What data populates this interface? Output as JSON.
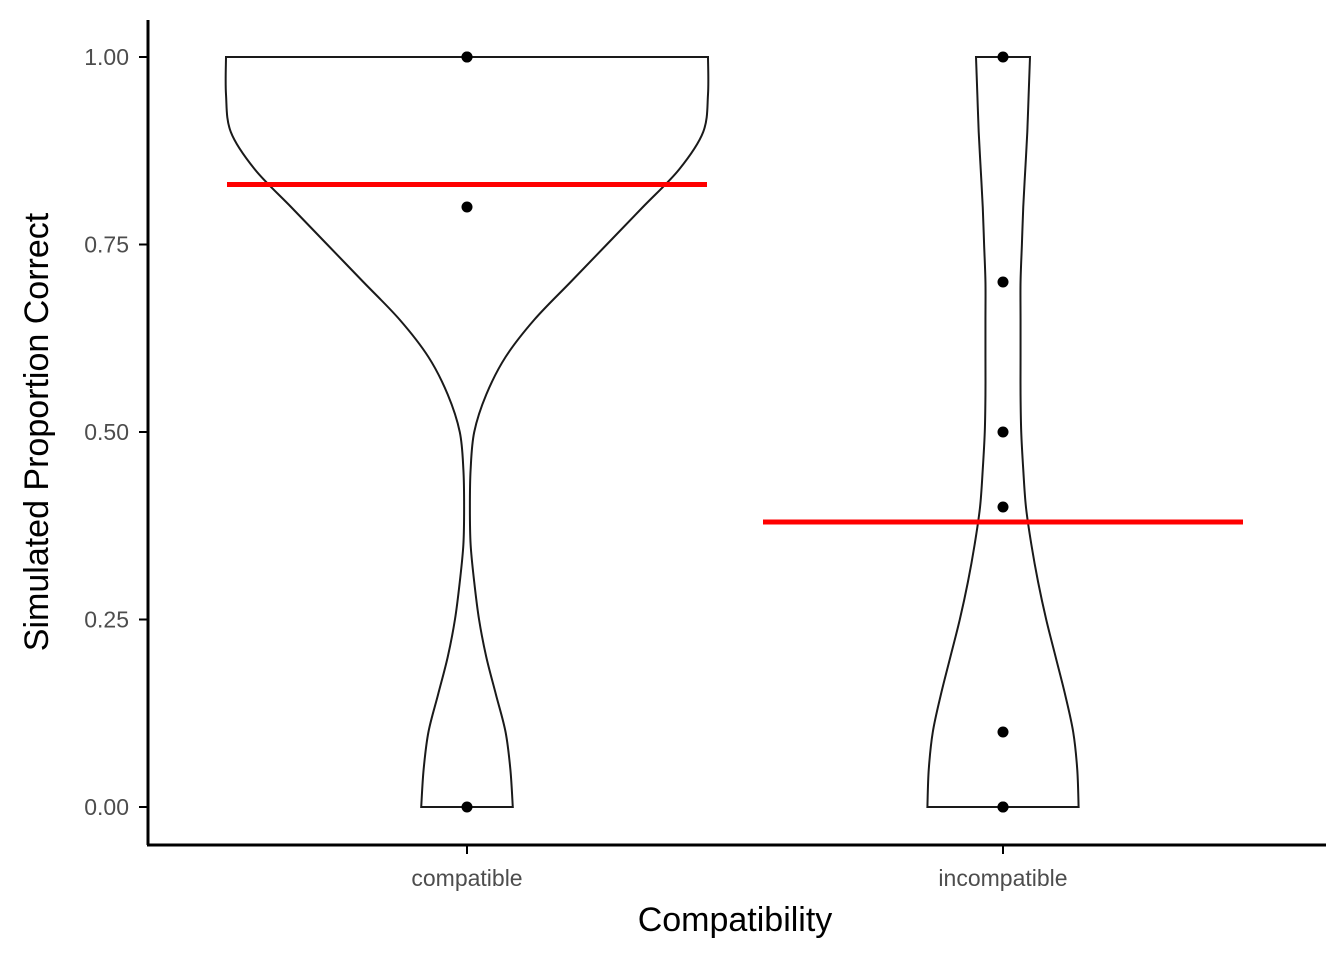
{
  "chart_data": {
    "type": "violin",
    "xlabel": "Compatibility",
    "ylabel": "Simulated Proportion Correct",
    "categories": [
      "compatible",
      "incompatible"
    ],
    "ylim": [
      -0.05,
      1.05
    ],
    "yticks": [
      0,
      0.25,
      0.5,
      0.75,
      1
    ],
    "ytick_labels": [
      "0.00",
      "0.25",
      "0.50",
      "0.75",
      "1.00"
    ],
    "grid": false,
    "series": [
      {
        "category": "compatible",
        "points": [
          1.0,
          1.0,
          0.8,
          0.0
        ],
        "mean": 0.83,
        "violin_profile": {
          "y": [
            0,
            0.05,
            0.1,
            0.15,
            0.2,
            0.25,
            0.3,
            0.35,
            0.4,
            0.45,
            0.5,
            0.55,
            0.6,
            0.65,
            0.7,
            0.75,
            0.8,
            0.85,
            0.9,
            0.95,
            1.0
          ],
          "density": [
            0.19,
            0.18,
            0.16,
            0.12,
            0.08,
            0.05,
            0.03,
            0.015,
            0.012,
            0.015,
            0.03,
            0.08,
            0.16,
            0.28,
            0.43,
            0.58,
            0.73,
            0.88,
            0.98,
            1.0,
            1.0
          ]
        }
      },
      {
        "category": "incompatible",
        "points": [
          1.0,
          0.7,
          0.5,
          0.4,
          0.1,
          0.0,
          0.0
        ],
        "mean": 0.38,
        "violin_profile": {
          "y": [
            0,
            0.05,
            0.1,
            0.15,
            0.2,
            0.25,
            0.3,
            0.35,
            0.4,
            0.45,
            0.5,
            0.55,
            0.6,
            0.65,
            0.7,
            0.75,
            0.8,
            0.85,
            0.9,
            0.95,
            1.0
          ],
          "density": [
            0.56,
            0.55,
            0.52,
            0.46,
            0.39,
            0.32,
            0.26,
            0.21,
            0.17,
            0.15,
            0.135,
            0.13,
            0.13,
            0.13,
            0.13,
            0.14,
            0.15,
            0.165,
            0.18,
            0.19,
            0.2
          ]
        }
      }
    ],
    "colors": {
      "violin_stroke": "#1a1a1a",
      "violin_fill": "#ffffff",
      "point": "#000000",
      "mean_line": "#ff0000",
      "axis": "#000000",
      "tick_label": "#4d4d4d"
    }
  }
}
